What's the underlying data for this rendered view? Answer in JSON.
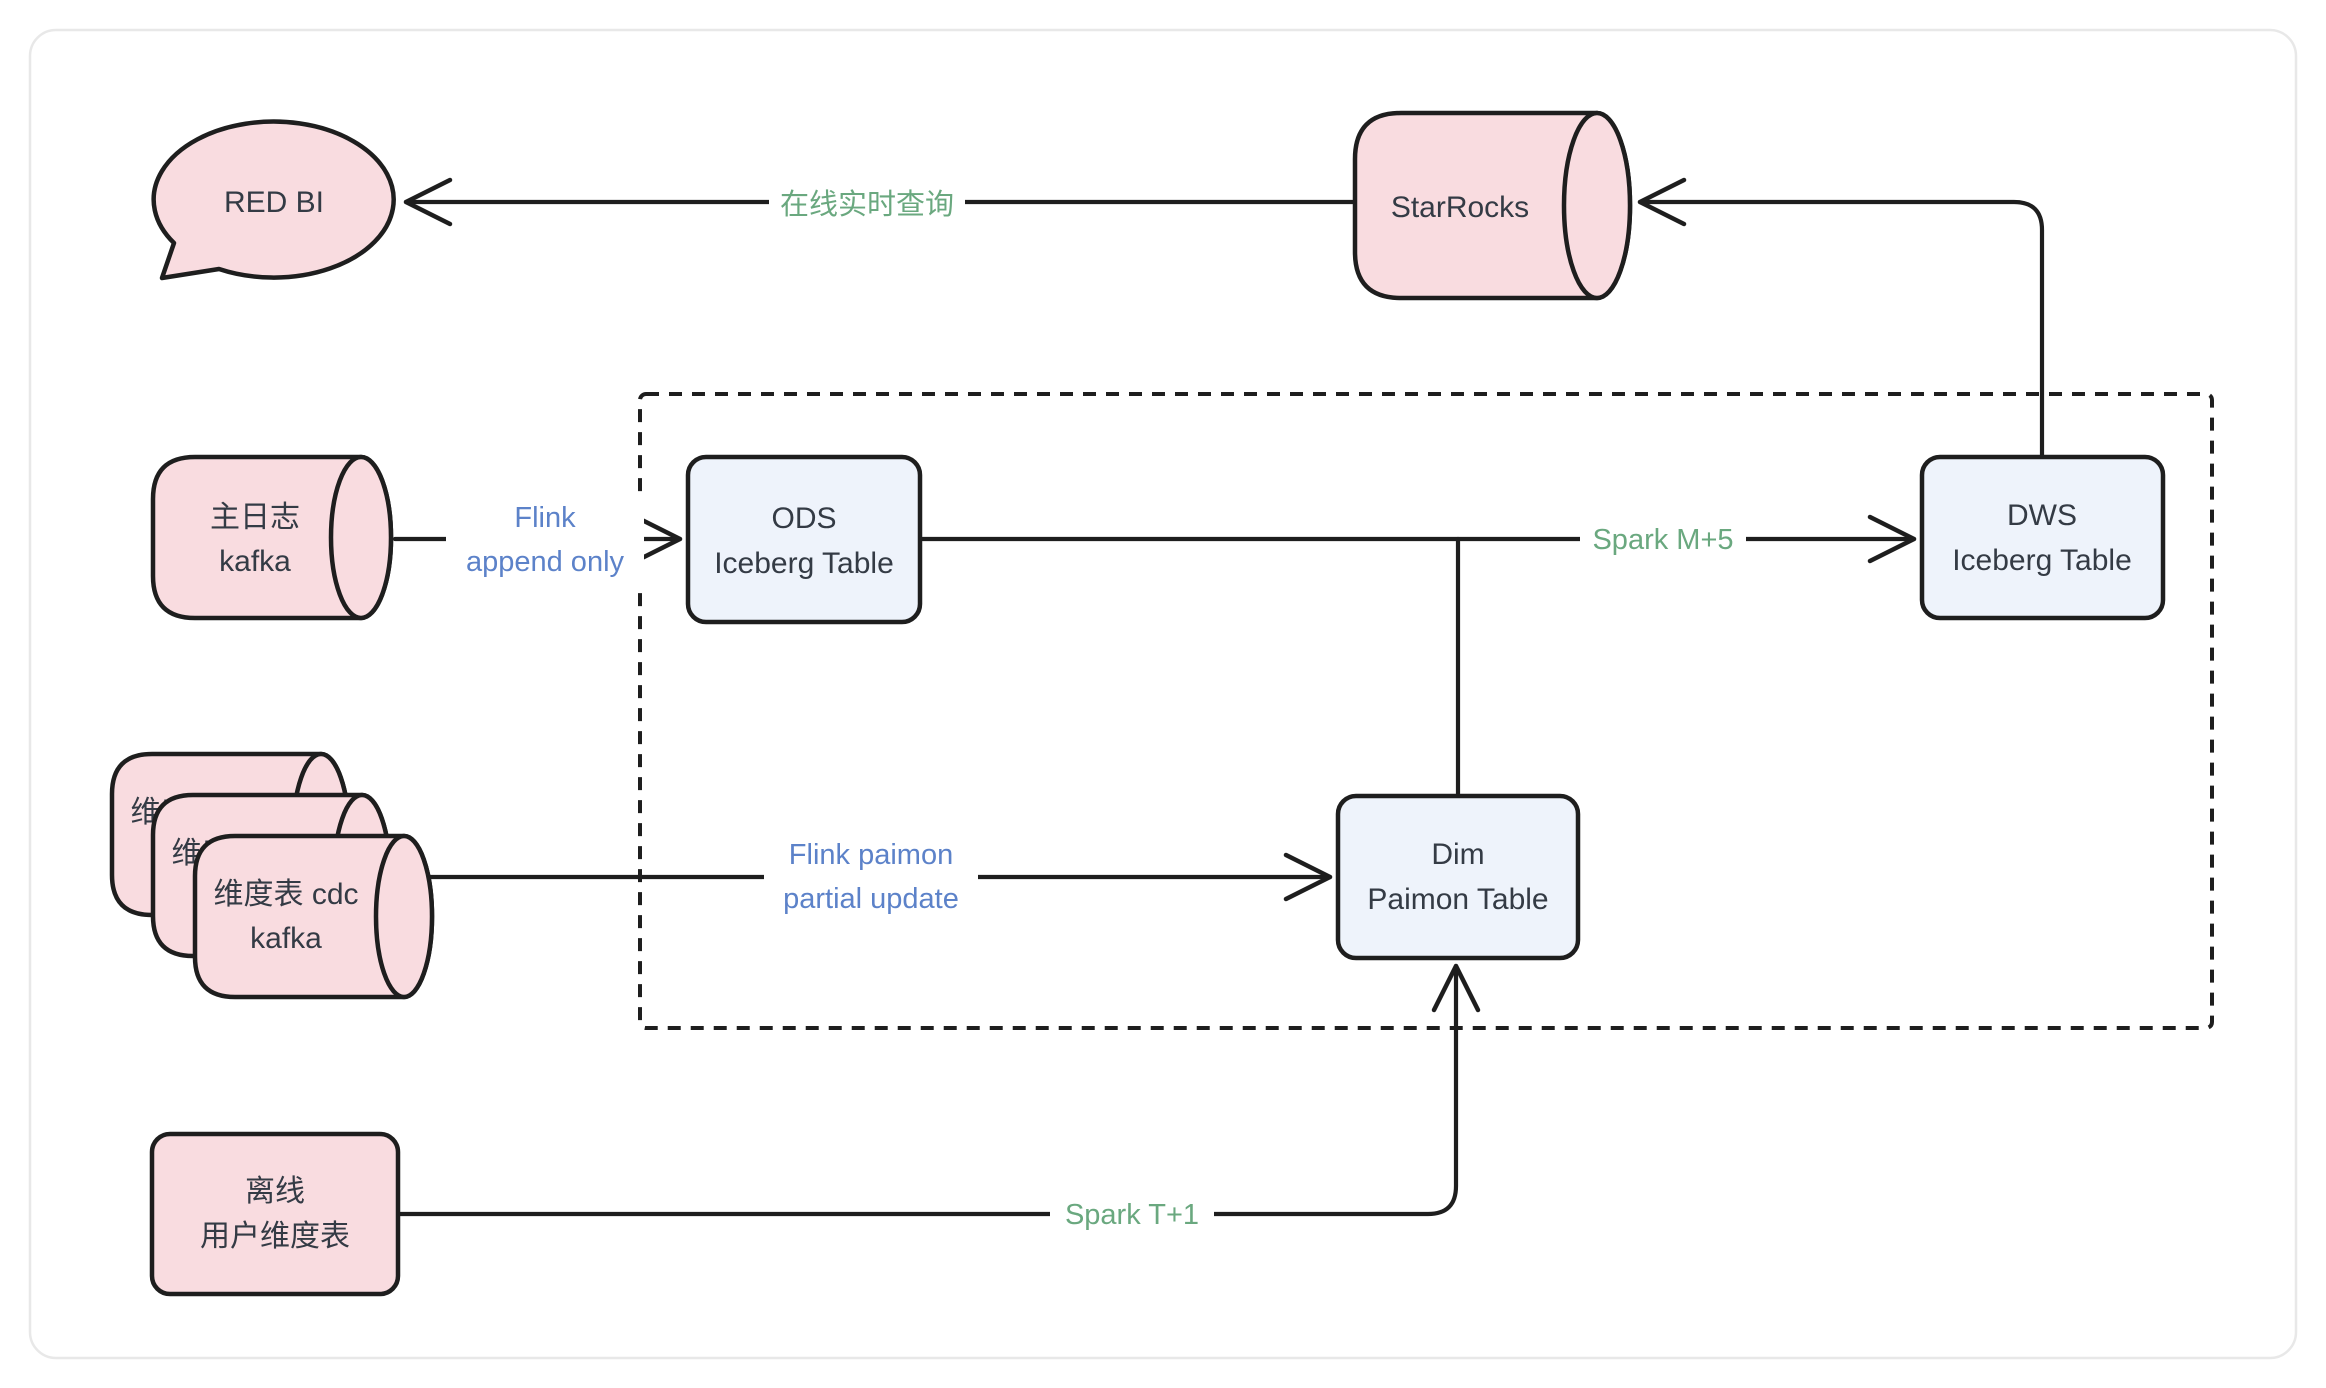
{
  "nodes": {
    "red_bi": {
      "label": "RED BI"
    },
    "starrocks": {
      "label": "StarRocks"
    },
    "main_log_kafka": {
      "line1": "主日志",
      "line2": "kafka"
    },
    "dim_table_cdc_kafka": {
      "line1": "维度表 cdc",
      "line2": "kafka"
    },
    "ods_iceberg": {
      "line1": "ODS",
      "line2": "Iceberg Table"
    },
    "dws_iceberg": {
      "line1": "DWS",
      "line2": "Iceberg Table"
    },
    "dim_paimon": {
      "line1": "Dim",
      "line2": "Paimon Table"
    },
    "offline_user_dim": {
      "line1": "离线",
      "line2": "用户维度表"
    }
  },
  "edges": {
    "online_realtime_query": {
      "label": "在线实时查询"
    },
    "flink_append_only": {
      "line1": "Flink",
      "line2": "append only"
    },
    "spark_m5": {
      "label": "Spark M+5"
    },
    "flink_paimon_partial_update": {
      "line1": "Flink paimon",
      "line2": "partial update"
    },
    "spark_t1": {
      "label": "Spark T+1"
    }
  },
  "colors": {
    "node_pink": "#f9dce0",
    "node_blue_fill": "#eef3fb",
    "outline": "#1e1e1e",
    "label_green": "#6aa87f",
    "label_blue": "#5c82c9",
    "node_text": "#343b45",
    "canvas_border": "#e8e8e8"
  }
}
